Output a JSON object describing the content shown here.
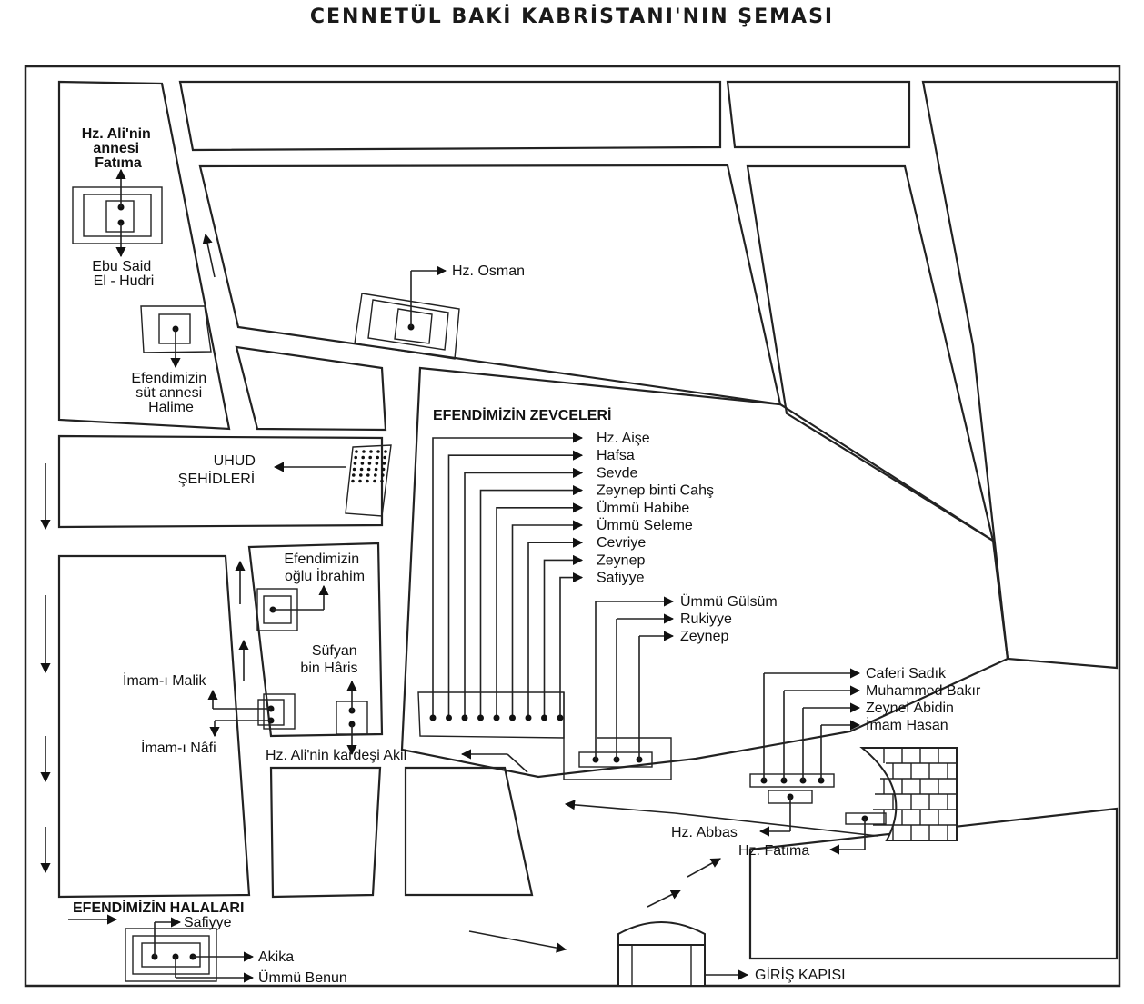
{
  "title": "CENNETÜL BAKİ KABRİSTANI'NIN ŞEMASI",
  "labels": {
    "fatima_mother": [
      "Hz. Ali'nin",
      "annesi",
      "Fatıma"
    ],
    "ebu_said": [
      "Ebu Said",
      "El - Hudri"
    ],
    "halime": [
      "Efendimizin",
      "süt annesi",
      "Halime"
    ],
    "osman": "Hz. Osman",
    "uhud": [
      "UHUD",
      "ŞEHİDLERİ"
    ],
    "ibrahim": [
      "Efendimizin",
      "oğlu İbrahim"
    ],
    "sufyan": [
      "Süfyan",
      "bin Hâris"
    ],
    "malik": "İmam-ı Malik",
    "nafi": "İmam-ı Nâfi",
    "akil": "Hz. Ali'nin kardeşi Akil",
    "wives_header": "EFENDİMİZİN ZEVCELERİ",
    "daughters": [
      "Ümmü Gülsüm",
      "Rukiyye",
      "Zeynep"
    ],
    "imams": [
      "Caferi Sadık",
      "Muhammed Bakır",
      "Zeynel Âbidin",
      "İmam Hasan"
    ],
    "abbas": "Hz. Abbas",
    "fatima": "Hz. Fatıma",
    "aunts_header": "EFENDİMİZİN HALALARI",
    "aunts": [
      "Safiyye",
      "Akika",
      "Ümmü Benun"
    ],
    "gate": "GİRİŞ KAPISI"
  },
  "wives": [
    "Hz. Aişe",
    "Hafsa",
    "Sevde",
    "Zeynep binti Cahş",
    "Ümmü Habibe",
    "Ümmü Seleme",
    "Cevriye",
    "Zeynep",
    "Safiyye"
  ]
}
